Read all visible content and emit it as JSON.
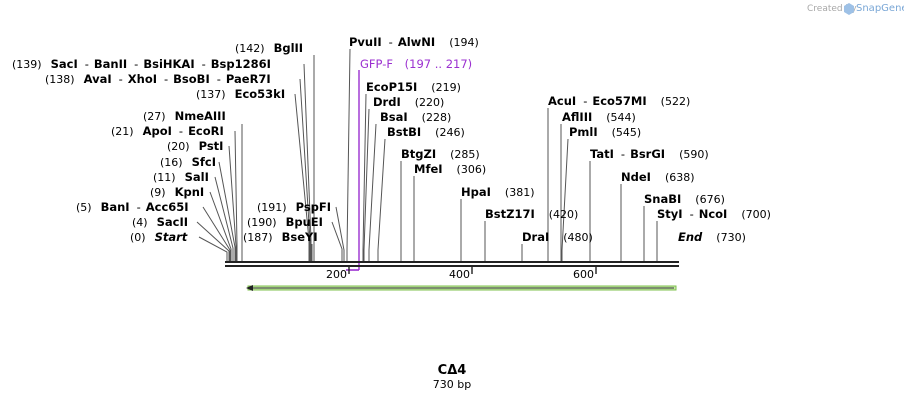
{
  "credit": {
    "prefix": "Created by",
    "brand": "SnapGene"
  },
  "map": {
    "name": "CΔ4",
    "length_label": "730 bp",
    "length": 730
  },
  "ruler": [
    "200",
    "400",
    "600"
  ],
  "primer": {
    "name": "GFP-F",
    "range": "(197 .. 217)"
  },
  "sites": [
    {
      "names": [
        "Start"
      ],
      "pos": "(0)",
      "italic": true
    },
    {
      "names": [
        "SacII"
      ],
      "pos": "(4)"
    },
    {
      "names": [
        "BanI",
        "Acc65I"
      ],
      "pos": "(5)"
    },
    {
      "names": [
        "KpnI"
      ],
      "pos": "(9)"
    },
    {
      "names": [
        "SalI"
      ],
      "pos": "(11)"
    },
    {
      "names": [
        "SfcI"
      ],
      "pos": "(16)"
    },
    {
      "names": [
        "PstI"
      ],
      "pos": "(20)"
    },
    {
      "names": [
        "ApoI",
        "EcoRI"
      ],
      "pos": "(21)"
    },
    {
      "names": [
        "NmeAIII"
      ],
      "pos": "(27)"
    },
    {
      "names": [
        "Eco53kI"
      ],
      "pos": "(137)"
    },
    {
      "names": [
        "AvaI",
        "XhoI",
        "BsoBI",
        "PaeR7I"
      ],
      "pos": "(138)"
    },
    {
      "names": [
        "SacI",
        "BanII",
        "BsiHKAI",
        "Bsp1286I"
      ],
      "pos": "(139)"
    },
    {
      "names": [
        "BglII"
      ],
      "pos": "(142)"
    },
    {
      "names": [
        "BseYI"
      ],
      "pos": "(187)"
    },
    {
      "names": [
        "BpuEI"
      ],
      "pos": "(190)"
    },
    {
      "names": [
        "PspFI"
      ],
      "pos": "(191)"
    },
    {
      "names": [
        "PvuII",
        "AlwNI"
      ],
      "pos": "(194)"
    },
    {
      "names": [
        "EcoP15I"
      ],
      "pos": "(219)"
    },
    {
      "names": [
        "DrdI"
      ],
      "pos": "(220)"
    },
    {
      "names": [
        "BsaI"
      ],
      "pos": "(228)"
    },
    {
      "names": [
        "BstBI"
      ],
      "pos": "(246)"
    },
    {
      "names": [
        "BtgZI"
      ],
      "pos": "(285)"
    },
    {
      "names": [
        "MfeI"
      ],
      "pos": "(306)"
    },
    {
      "names": [
        "HpaI"
      ],
      "pos": "(381)"
    },
    {
      "names": [
        "BstZ17I"
      ],
      "pos": "(420)"
    },
    {
      "names": [
        "DraI"
      ],
      "pos": "(480)"
    },
    {
      "names": [
        "AcuI",
        "Eco57MI"
      ],
      "pos": "(522)"
    },
    {
      "names": [
        "AflIII"
      ],
      "pos": "(544)"
    },
    {
      "names": [
        "PmlI"
      ],
      "pos": "(545)"
    },
    {
      "names": [
        "TatI",
        "BsrGI"
      ],
      "pos": "(590)"
    },
    {
      "names": [
        "NdeI"
      ],
      "pos": "(638)"
    },
    {
      "names": [
        "SnaBI"
      ],
      "pos": "(676)"
    },
    {
      "names": [
        "StyI",
        "NcoI"
      ],
      "pos": "(700)"
    },
    {
      "names": [
        "End"
      ],
      "pos": "(730)",
      "italic": true
    }
  ]
}
